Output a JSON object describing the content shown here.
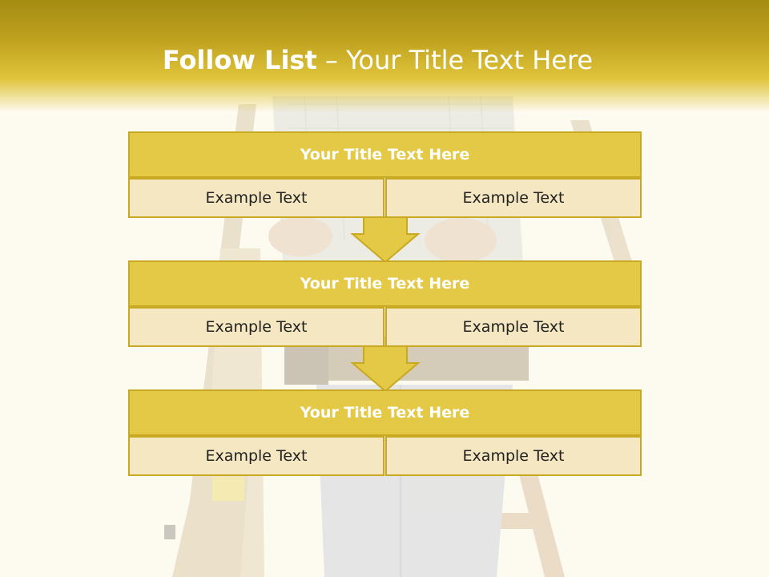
{
  "title": {
    "bold": "Follow List",
    "light": "– Your Title Text Here"
  },
  "blocks": [
    {
      "title": "Your Title Text Here",
      "left": "Example Text",
      "right": "Example Text"
    },
    {
      "title": "Your Title Text Here",
      "left": "Example Text",
      "right": "Example Text"
    },
    {
      "title": "Your Title Text Here",
      "left": "Example Text",
      "right": "Example Text"
    }
  ],
  "colors": {
    "header_gold": "#bfa11e",
    "block_title_fill": "#e4c946",
    "block_border": "#c9a822",
    "cell_fill": "#f4e7c1",
    "background": "#fdfaf0"
  },
  "background_image": "carpenter-with-lumber-faded-photo"
}
